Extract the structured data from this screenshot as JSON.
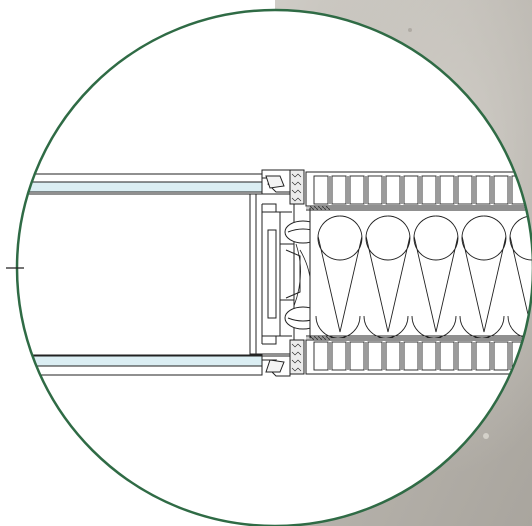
{
  "figure": {
    "subject": "facade-detail-section",
    "colors": {
      "circle_border": "#2f6b45",
      "glass_fill": "#dbeef3",
      "line": "#222222",
      "seal_fill": "#e8e8e8",
      "background_photo": "#bdb9b2",
      "paper": "#ffffff"
    },
    "pattern_counts": {
      "cladding_ribs": 13,
      "insulation_loops": 5
    }
  }
}
